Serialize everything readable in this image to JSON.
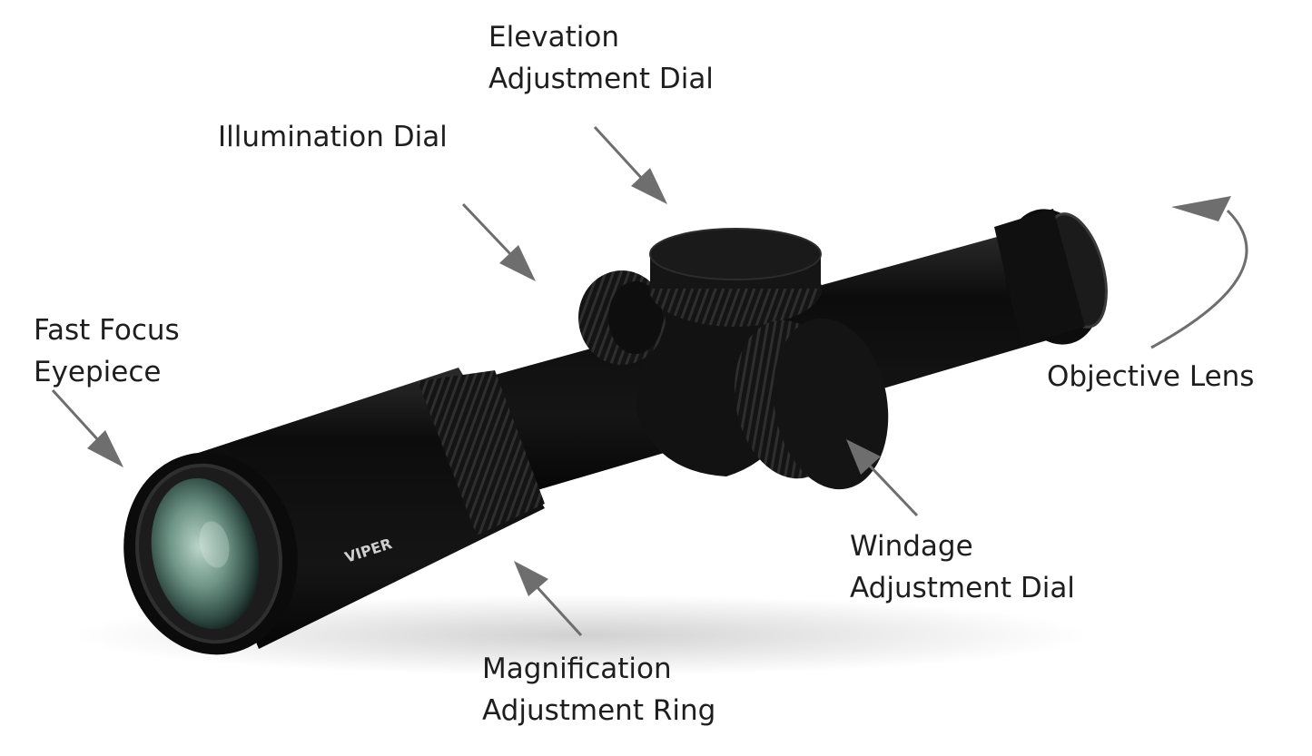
{
  "labels": {
    "elevation": [
      "Elevation",
      "Adjustment Dial"
    ],
    "illumination": [
      "Illumination Dial"
    ],
    "focus": [
      "Fast Focus",
      "Eyepiece"
    ],
    "objective": [
      "Objective Lens"
    ],
    "windage": [
      "Windage",
      "Adjustment Dial"
    ],
    "magnification": [
      "Magnification",
      "Adjustment Ring"
    ]
  },
  "scope_markings": {
    "brand": "VIPER"
  },
  "colors": {
    "background": "#ffffff",
    "scope_body": "#111111",
    "arrow": "#6e6e6e",
    "text": "#1e1e1e",
    "lens": "#7fa89a"
  },
  "icons": {
    "arrow": "pointer-arrow-icon",
    "curved_arrow": "rotation-arrow-icon"
  }
}
